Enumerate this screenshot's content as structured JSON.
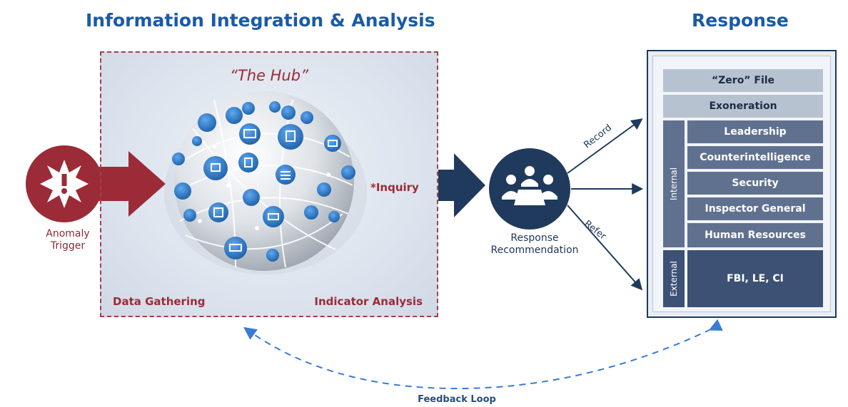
{
  "headings": {
    "left": "Information Integration & Analysis",
    "right": "Response"
  },
  "hub": {
    "title": "“The Hub”",
    "data_gathering": "Data Gathering",
    "indicator_analysis": "Indicator Analysis",
    "inquiry": "*Inquiry"
  },
  "anomaly": {
    "label_line1": "Anomaly",
    "label_line2": "Trigger"
  },
  "response_recommendation": {
    "label_line1": "Response",
    "label_line2": "Recommendation"
  },
  "arrows": {
    "record": "Record",
    "refer": "Refer"
  },
  "response_panel": {
    "zero_file": "“Zero” File",
    "exoneration": "Exoneration",
    "internal_label": "Internal",
    "internal_items": [
      "Leadership",
      "Counterintelligence",
      "Security",
      "Inspector General",
      "Human Resources"
    ],
    "external_label": "External",
    "external_item": "FBI, LE, CI"
  },
  "feedback_loop": "Feedback Loop",
  "colors": {
    "brand_blue": "#1a5aa8",
    "hub_red": "#9b2b37",
    "navy": "#1d3a5e",
    "arrow_navy": "#1f3a5c",
    "dashed_blue": "#3a7bd5"
  },
  "icons": [
    "alert-burst-icon",
    "team-meeting-icon",
    "network-globe-icon"
  ]
}
